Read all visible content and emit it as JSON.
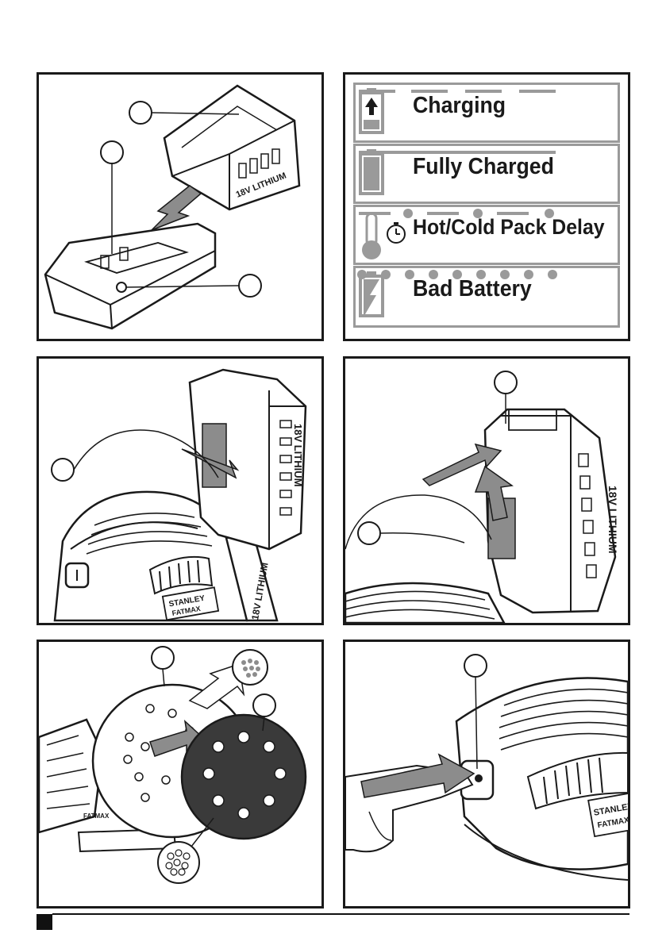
{
  "status_panel": {
    "rows": [
      {
        "label": "Charging",
        "icon": "battery-charging-icon",
        "pattern": "long-dash"
      },
      {
        "label": "Fully Charged",
        "icon": "battery-full-icon",
        "pattern": "solid"
      },
      {
        "label": "Hot/Cold Pack Delay",
        "icon": "thermometer-timer-icon",
        "pattern": "dash-dot"
      },
      {
        "label": "Bad Battery",
        "icon": "battery-bad-icon",
        "pattern": "dots"
      }
    ]
  },
  "illustrations": {
    "charger_panel": {
      "products": [
        "18V LITHIUM"
      ]
    },
    "battery_insert_panel": {
      "products": [
        "18V LITHIUM",
        "STANLEY",
        "FATMAX",
        "18V LITHIUM"
      ]
    },
    "battery_remove_panel": {
      "products": [
        "18V LITHIUM"
      ]
    },
    "sanding_pad_panel": {
      "products": [
        "FATMAX"
      ]
    },
    "switch_panel": {
      "products": [
        "STANLEY",
        "FATMAX"
      ]
    }
  },
  "colors": {
    "line": "#1a1a1a",
    "status_gray": "#9a9a9a",
    "arrow_gray": "#8c8c8c",
    "paper_dark": "#3a3a3a"
  }
}
